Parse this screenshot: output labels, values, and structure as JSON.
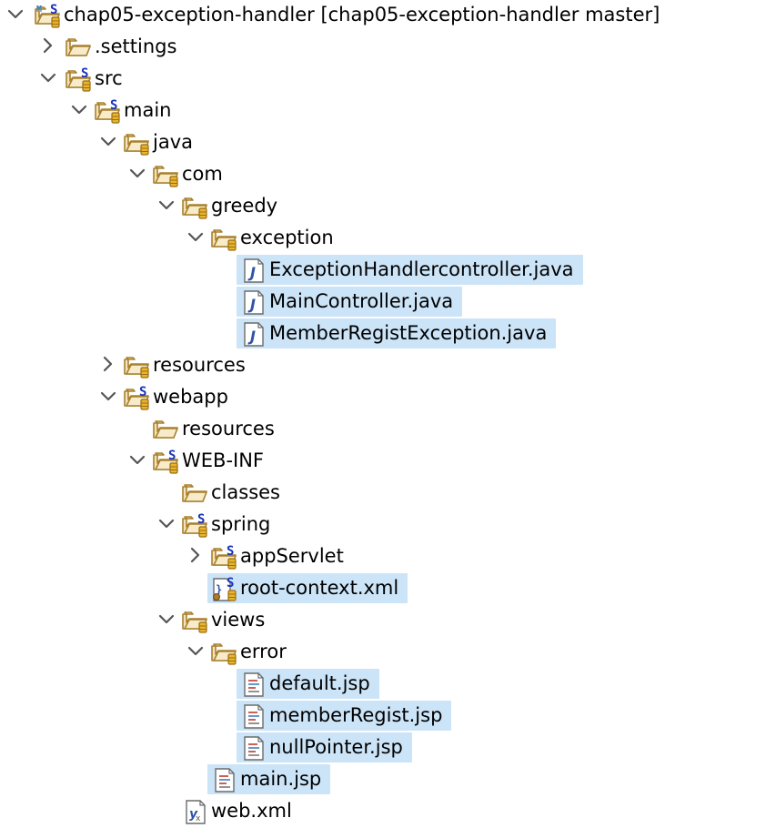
{
  "tree": {
    "root": {
      "label": "chap05-exception-handler [chap05-exception-handler master]"
    },
    "settings": {
      "label": ".settings"
    },
    "src": {
      "label": "src"
    },
    "main": {
      "label": "main"
    },
    "java": {
      "label": "java"
    },
    "com": {
      "label": "com"
    },
    "greedy": {
      "label": "greedy"
    },
    "exception": {
      "label": "exception"
    },
    "exception_handler_controller": {
      "label": "ExceptionHandlercontroller.java"
    },
    "main_controller": {
      "label": "MainController.java"
    },
    "member_regist_exception": {
      "label": "MemberRegistException.java"
    },
    "resources": {
      "label": "resources"
    },
    "webapp": {
      "label": "webapp"
    },
    "webapp_resources": {
      "label": "resources"
    },
    "web_inf": {
      "label": "WEB-INF"
    },
    "classes": {
      "label": "classes"
    },
    "spring": {
      "label": "spring"
    },
    "app_servlet": {
      "label": "appServlet"
    },
    "root_context": {
      "label": "root-context.xml"
    },
    "views": {
      "label": "views"
    },
    "error": {
      "label": "error"
    },
    "default_jsp": {
      "label": "default.jsp"
    },
    "member_regist_jsp": {
      "label": "memberRegist.jsp"
    },
    "null_pointer_jsp": {
      "label": "nullPointer.jsp"
    },
    "main_jsp": {
      "label": "main.jsp"
    },
    "web_xml": {
      "label": "web.xml"
    }
  },
  "colors": {
    "selection": "#cce4f7",
    "folder_fill": "#f4e2b8",
    "folder_stroke": "#a8812f",
    "spring_blue": "#1a33b8",
    "java_blue": "#2f55a4",
    "chevron": "#555555"
  }
}
